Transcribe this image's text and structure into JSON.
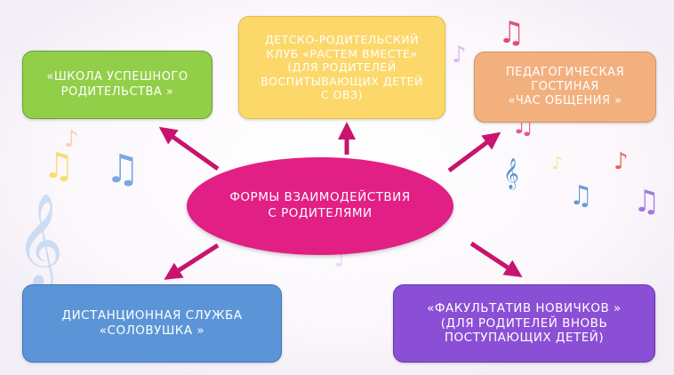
{
  "diagram": {
    "center": "ФОРМЫ ВЗАИМОДЕЙСТВИЯ\nС РОДИТЕЛЯМИ",
    "school": "«ШКОЛА УСПЕШНОГО\nРОДИТЕЛЬСТВА »",
    "club": "ДЕТСКО-РОДИТЕЛЬСКИЙ\nКЛУБ «РАСТЕМ ВМЕСТЕ»\n(ДЛЯ РОДИТЕЛЕЙ\nВОСПИТЫВАЮЩИХ ДЕТЕЙ\nС ОВЗ)",
    "lounge": "ПЕДАГОГИЧЕСКАЯ\nГОСТИНАЯ\n«ЧАС ОБЩЕНИЯ »",
    "remote": "ДИСТАНЦИОННАЯ СЛУЖБА\n«СОЛОВУШКА »",
    "course": "«ФАКУЛЬТАТИВ НОВИЧКОВ »\n(ДЛЯ РОДИТЕЛЕЙ ВНОВЬ\nПОСТУПАЮЩИХ ДЕТЕЙ)"
  },
  "colors": {
    "center": "#e21f85",
    "arrows": "#c8146e",
    "school": "#92cf48",
    "club": "#fcd86b",
    "lounge": "#f2b07f",
    "remote": "#5b95d7",
    "course": "#8b4fd5"
  },
  "decorations": [
    "music-note-icon",
    "treble-clef-icon"
  ]
}
